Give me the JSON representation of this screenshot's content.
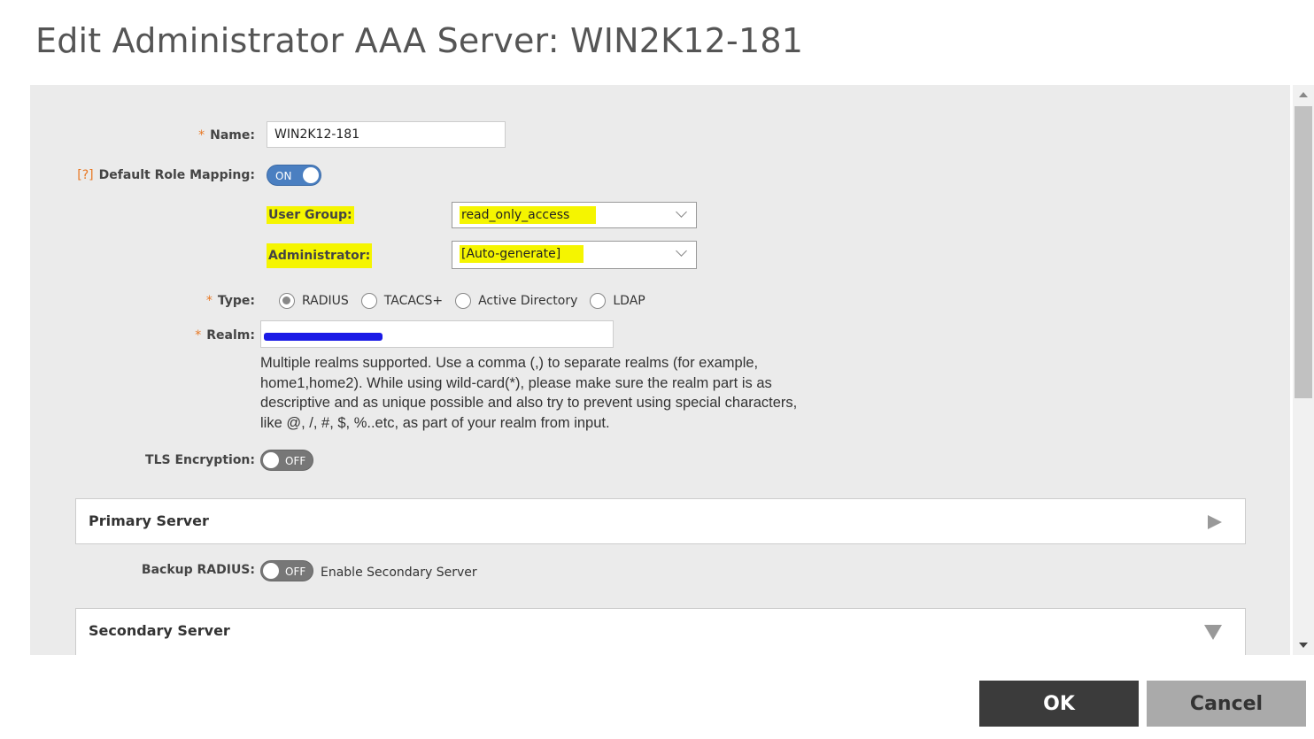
{
  "dialog": {
    "title": "Edit Administrator AAA Server: WIN2K12-181"
  },
  "form": {
    "name": {
      "label": "Name:",
      "required_mark": "*",
      "value": "WIN2K12-181"
    },
    "default_role_mapping": {
      "help": "[?]",
      "label": "Default Role Mapping:",
      "toggle": "ON"
    },
    "user_group": {
      "label": "User Group:",
      "value": "read_only_access"
    },
    "administrator": {
      "label": "Administrator:",
      "value": "[Auto-generate]"
    },
    "type": {
      "label": "Type:",
      "required_mark": "*",
      "options": [
        "RADIUS",
        "TACACS+",
        "Active Directory",
        "LDAP"
      ],
      "selected": "RADIUS"
    },
    "realm": {
      "label": "Realm:",
      "required_mark": "*",
      "hint": "Multiple realms supported. Use a comma (,) to separate realms (for example, home1,home2). While using wild-card(*), please make sure the realm part is as descriptive and as unique possible and also try to prevent using special characters, like @, /, #, $, %..etc, as part of your realm from input."
    },
    "tls_encryption": {
      "label": "TLS Encryption:",
      "toggle": "OFF"
    },
    "primary_server": {
      "title": "Primary Server"
    },
    "backup_radius": {
      "label": "Backup RADIUS:",
      "toggle": "OFF",
      "text": "Enable Secondary Server"
    },
    "secondary_server": {
      "title": "Secondary Server"
    }
  },
  "buttons": {
    "ok": "OK",
    "cancel": "Cancel"
  },
  "colors": {
    "highlight": "#f5f500",
    "toggle_on": "#4a7fc1",
    "toggle_off": "#777777",
    "required": "#e87722"
  }
}
